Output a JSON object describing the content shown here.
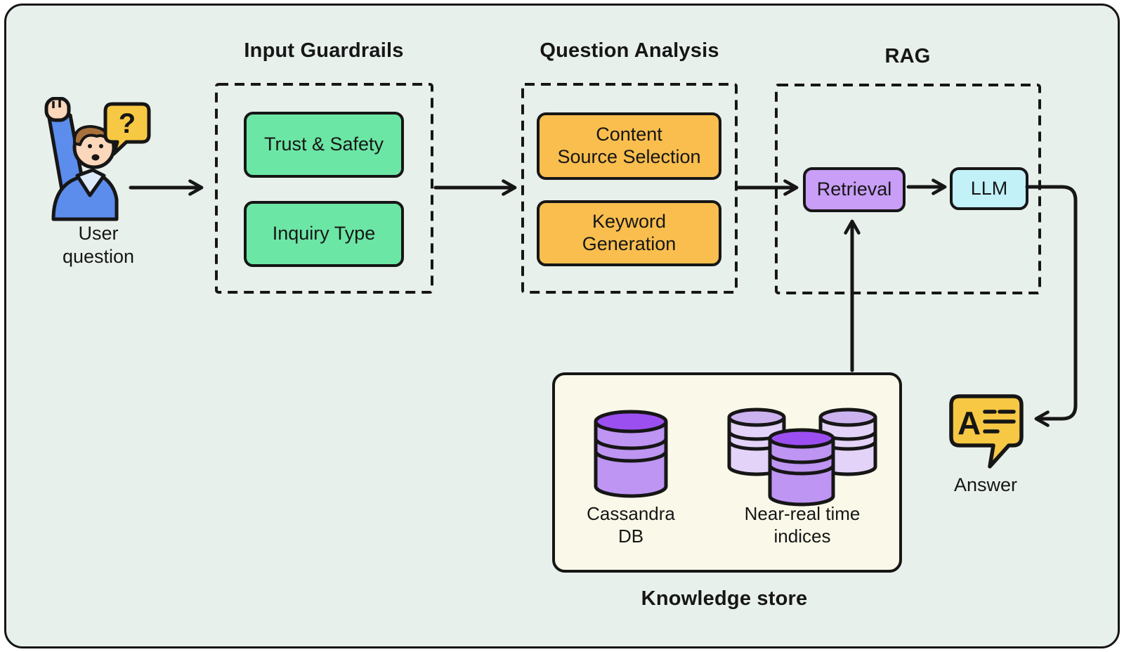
{
  "palette": {
    "background": "#E8F0EB",
    "ink": "#161616",
    "green": "#6CE6A5",
    "orange": "#F9BE4E",
    "purple": "#C89EF6",
    "cyan": "#C2F1F8",
    "cream": "#FAF8E8",
    "yellow": "#F7C843",
    "blue": "#5C8CEC",
    "skin": "#FBD7BB",
    "hair": "#A9713B",
    "collar": "#DCE9FA",
    "db_purple": "#BE95F2",
    "db_purple_top": "#9C4FF0",
    "db_lavender": "#E3D3F8",
    "db_lavender_top": "#CDB2F0"
  },
  "user": {
    "label": "User\nquestion",
    "bubble_glyph": "?"
  },
  "input_guardrails": {
    "title": "Input Guardrails",
    "items": [
      {
        "label": "Trust & Safety"
      },
      {
        "label": "Inquiry Type"
      }
    ]
  },
  "question_analysis": {
    "title": "Question Analysis",
    "items": [
      {
        "label": "Content\nSource Selection"
      },
      {
        "label": "Keyword\nGeneration"
      }
    ]
  },
  "rag": {
    "title": "RAG",
    "retrieval_label": "Retrieval",
    "llm_label": "LLM"
  },
  "knowledge_store": {
    "title": "Knowledge store",
    "cassandra_label": "Cassandra\nDB",
    "indices_label": "Near-real time\nindices"
  },
  "answer": {
    "label": "Answer",
    "icon_letter": "A"
  }
}
